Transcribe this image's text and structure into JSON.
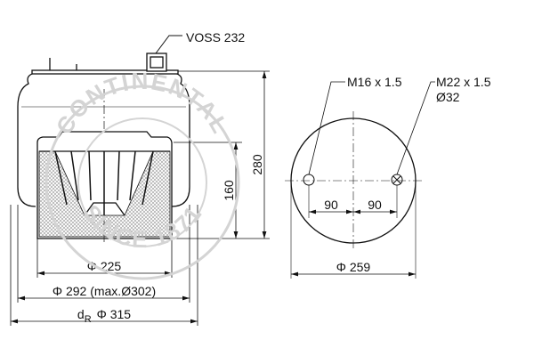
{
  "labels": {
    "valve": "VOSS 232",
    "height_total": "280",
    "height_piston": "160",
    "dia_piston": "Φ 225",
    "dia_bellow": "Φ 292 (max.Ø302)",
    "dia_roll_prefix": "d",
    "dia_roll_sub": "R",
    "dia_roll": "Φ 315",
    "thread_left": "M16 x 1.5",
    "thread_right": "M22 x 1.5",
    "thread_right_dia": "Ø32",
    "spacing_left": "90",
    "spacing_right": "90",
    "dia_plate": "Φ 259"
  },
  "watermark": {
    "top": "CONTINENTAL",
    "bottom": "SINCE 1871"
  },
  "colors": {
    "line": "#111111",
    "watermark": "#d4d4d4",
    "hatch": "#9a9a9a"
  }
}
